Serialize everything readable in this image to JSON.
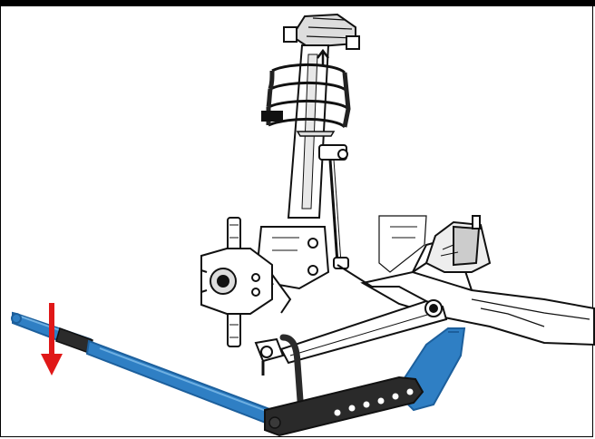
{
  "diagram": {
    "colors": {
      "frame": "#000000",
      "lines": "#111111",
      "blue_parts": "#2f7fc4",
      "blue_dark": "#1c5f9c",
      "bracket": "#2a2a2a",
      "arrow": "#e01818"
    },
    "parts": [
      "strut-assembly",
      "coil-spring",
      "wheel-hub",
      "steering-knuckle",
      "lower-control-arm",
      "tie-rod",
      "steering-gear",
      "subframe",
      "blue-lever-bar",
      "blue-lower-support",
      "holed-bracket-plate",
      "u-hook"
    ],
    "arrow": {
      "direction": "down"
    }
  }
}
